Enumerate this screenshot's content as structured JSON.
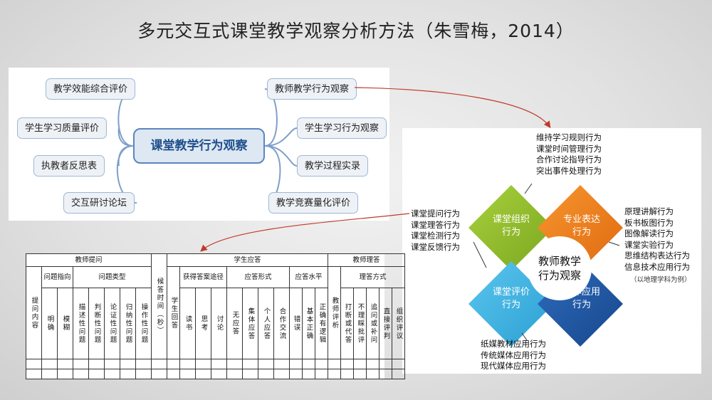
{
  "title": "多元交互式课堂教学观察分析方法（朱雪梅，2014）",
  "mindmap": {
    "center": "课堂教学行为观察",
    "left_nodes": [
      "教学效能综合评价",
      "学生学习质量评价",
      "执教者反思表",
      "交互研讨论坛"
    ],
    "right_nodes": [
      "教师教学行为观察",
      "学生学习行为观察",
      "教学过程实录",
      "教学竞赛量化评价"
    ]
  },
  "diamond": {
    "center": [
      "教师教学",
      "行为观察"
    ],
    "quadrants": [
      {
        "label": [
          "课堂组织",
          "行为"
        ],
        "color": "#92c02b"
      },
      {
        "label": [
          "专业表达",
          "行为"
        ],
        "color": "#f07c1e"
      },
      {
        "label": [
          "课堂评价",
          "行为"
        ],
        "color": "#3db3e3"
      },
      {
        "label": [
          "媒体应用",
          "行为"
        ],
        "color": "#1f5aa6"
      }
    ],
    "top_list": [
      "维持学习规则行为",
      "课堂时间管理行为",
      "合作讨论指导行为",
      "突出事件处理行为"
    ],
    "right_list": [
      "原理讲解行为",
      "板书板图行为",
      "图像解读行为",
      "课堂实验行为",
      "思维结构表达行为",
      "信息技术应用行为"
    ],
    "right_note": "（以地理学科为例）",
    "left_list": [
      "课堂提问行为",
      "课堂理答行为",
      "课堂检测行为",
      "课堂反馈行为"
    ],
    "bottom_list": [
      "纸媒教材应用行为",
      "传统媒体应用行为",
      "现代媒体应用行为"
    ]
  },
  "table": {
    "header_teacher_question": "教师提问",
    "header_wait_time": "候答时间（秒）",
    "header_student_answer": "学生应答",
    "header_teacher_response": "教师理答",
    "col_question_content": "提问内容",
    "col_question_direction": "问题指向",
    "col_question_type": "问题类型",
    "col_student_answer": "学生回答",
    "col_answer_path": "获得答案途径",
    "col_answer_form": "应答形式",
    "col_answer_level": "应答水平",
    "col_teacher_comment": "教师评析",
    "col_response_method": "理答方式",
    "sub_direction": [
      "明确",
      "模糊"
    ],
    "sub_type": [
      "描述性问题",
      "判断性问题",
      "论证性问题",
      "归纳性问题",
      "操作性问题"
    ],
    "sub_path": [
      "读书",
      "思考",
      "讨论"
    ],
    "sub_form": [
      "无应答",
      "集体应答",
      "个人应答",
      "合作交流"
    ],
    "sub_level": [
      "错误",
      "基本正确",
      "正确有逻辑"
    ],
    "sub_method": [
      "打断或代答",
      "不理睬批评",
      "追问或补问",
      "直接评判",
      "组织评议"
    ]
  }
}
